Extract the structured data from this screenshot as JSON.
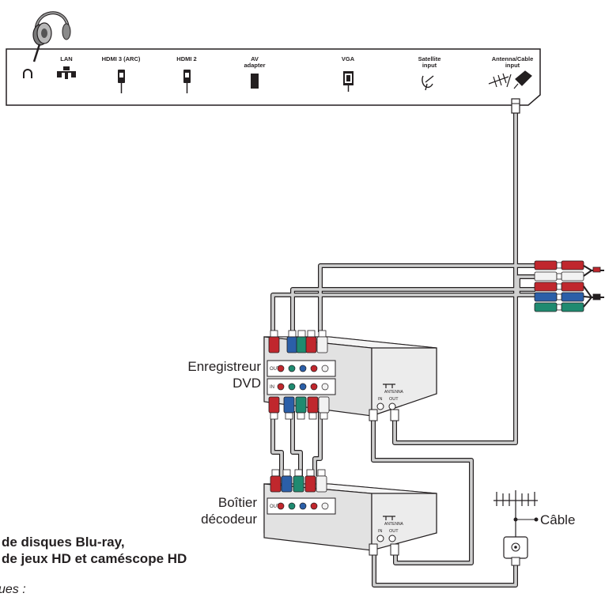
{
  "ports": [
    {
      "name": "headphone",
      "label": ""
    },
    {
      "name": "lan",
      "label": "LAN"
    },
    {
      "name": "hdmi3",
      "label": "HDMI 3 (ARC)"
    },
    {
      "name": "hdmi2",
      "label": "HDMI 2"
    },
    {
      "name": "av",
      "label": "AV",
      "label2": "adapter"
    },
    {
      "name": "vga",
      "label": "VGA"
    },
    {
      "name": "satellite",
      "label": "Satellite",
      "label2": "input"
    },
    {
      "name": "antenna",
      "label": "Antenna/Cable",
      "label2": "input"
    }
  ],
  "devices": {
    "dvd": {
      "line1": "Enregistreur",
      "line2": "DVD"
    },
    "stb": {
      "line1": "Boîtier",
      "line2": "décodeur"
    }
  },
  "panel_labels": {
    "out": "OUT",
    "in": "IN",
    "antenna": "ANTENNA",
    "ant_in": "IN",
    "ant_out": "OUT"
  },
  "cable_label": "Câble",
  "caption": {
    "line1": "de disques Blu-ray,",
    "line2": "de jeux HD et caméscope HD",
    "line3": "ues :"
  },
  "colors": {
    "red": "#c0272d",
    "green": "#1f8a70",
    "blue": "#2b5fa8",
    "white": "#f2f2f2",
    "cable": "#c9c9c9",
    "box": "#e6e6e6"
  }
}
